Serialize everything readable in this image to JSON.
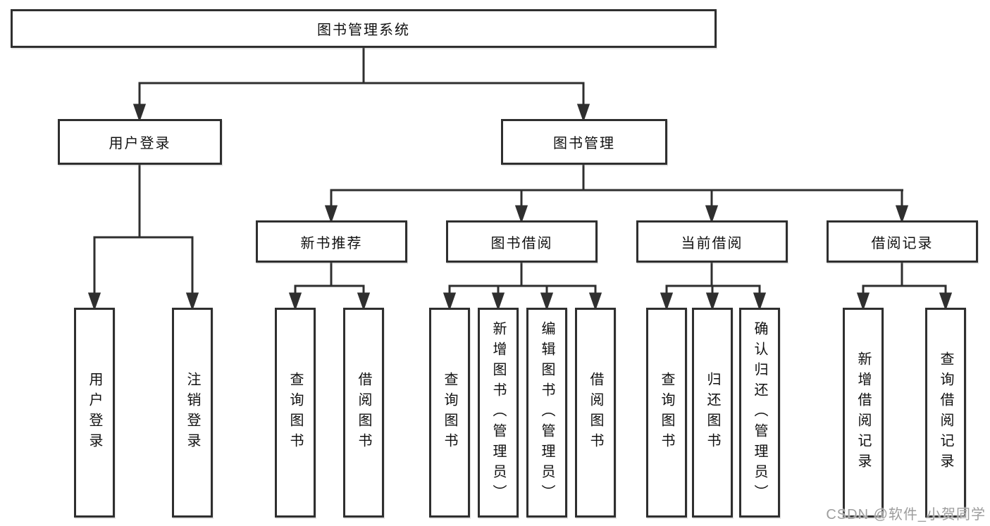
{
  "tree": {
    "root": {
      "label": "图书管理系统"
    },
    "branches": [
      {
        "label": "用户登录",
        "children": [
          {
            "label": "用户登录"
          },
          {
            "label": "注销登录"
          }
        ]
      },
      {
        "label": "图书管理",
        "sections": [
          {
            "label": "新书推荐",
            "children": [
              {
                "label": "查询图书"
              },
              {
                "label": "借阅图书"
              }
            ]
          },
          {
            "label": "图书借阅",
            "children": [
              {
                "label": "查询图书"
              },
              {
                "label": "新增图书（管理员）"
              },
              {
                "label": "编辑图书（管理员）"
              },
              {
                "label": "借阅图书"
              }
            ]
          },
          {
            "label": "当前借阅",
            "children": [
              {
                "label": "查询图书"
              },
              {
                "label": "归还图书"
              },
              {
                "label": "确认归还（管理员）"
              }
            ]
          },
          {
            "label": "借阅记录",
            "children": [
              {
                "label": "新增借阅记录"
              },
              {
                "label": "查询借阅记录"
              }
            ]
          }
        ]
      }
    ]
  },
  "watermark": {
    "text": "CSDN @软件_小贺同学"
  },
  "colors": {
    "line": "#2f2f2f",
    "text": "#111111",
    "background": "#ffffff",
    "watermark": "#9d9d9d"
  }
}
